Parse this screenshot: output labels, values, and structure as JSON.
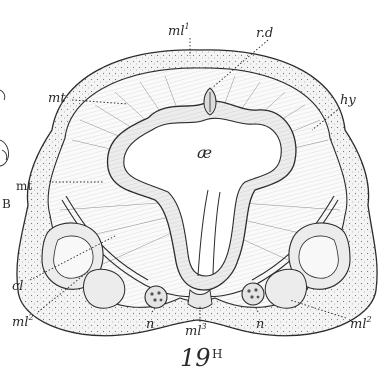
{
  "labels": {
    "ml1": {
      "base": "ml",
      "sup": "1"
    },
    "rd": "r.d",
    "mt_top": "mt",
    "ae": "æ",
    "hy": "hy",
    "mt_left": "mt",
    "B": "B",
    "cl": "cl",
    "ml2_left": {
      "base": "ml",
      "sup": "2"
    },
    "n_left": "n",
    "ml3": {
      "base": "ml",
      "sup": "3"
    },
    "n_right": "n",
    "ml2_right": {
      "base": "ml",
      "sup": "2"
    },
    "fig_number": "19",
    "fig_letter": "H"
  },
  "colors": {
    "ink": "#2a2a2a",
    "tissue_fill": "#f2f2f2",
    "paper": "#ffffff"
  }
}
